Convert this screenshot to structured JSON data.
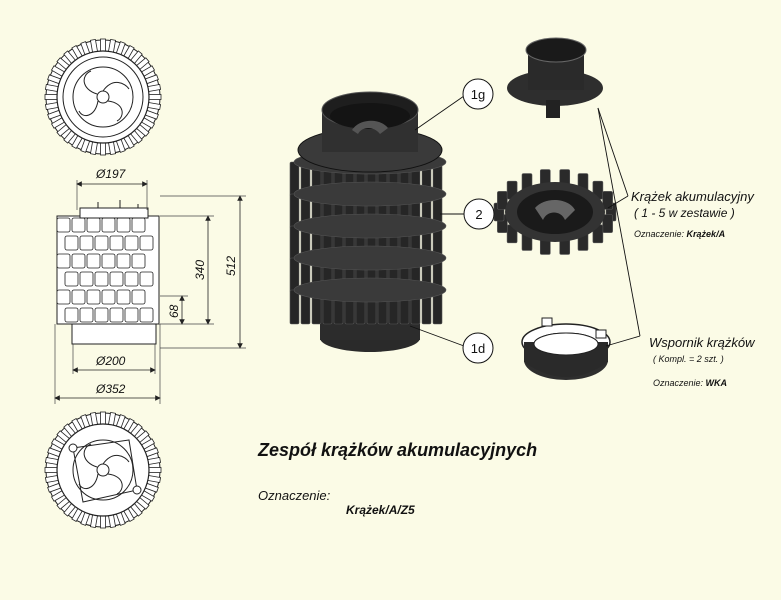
{
  "title": "Zespół krążków akumulacyjnych",
  "designation_label": "Oznaczenie:",
  "designation_value": "Krążek/A/Z5",
  "dimensions": {
    "top_diameter": "Ø197",
    "total_height": "512",
    "stack_height": "340",
    "base_height": "68",
    "inner_diameter": "Ø200",
    "outer_diameter": "Ø352"
  },
  "callouts": {
    "top": "1g",
    "middle": "2",
    "bottom": "1d"
  },
  "parts": {
    "disc": {
      "name": "Krążek akumulacyjny",
      "qty": "( 1 - 5 w zestawie )",
      "designation_label": "Oznaczenie:",
      "designation_value": "Krążek/A"
    },
    "support": {
      "name": "Wspornik krążków",
      "qty": "( Kompl. = 2 szt. )",
      "designation_label": "Oznaczenie:",
      "designation_value": "WKA"
    }
  }
}
